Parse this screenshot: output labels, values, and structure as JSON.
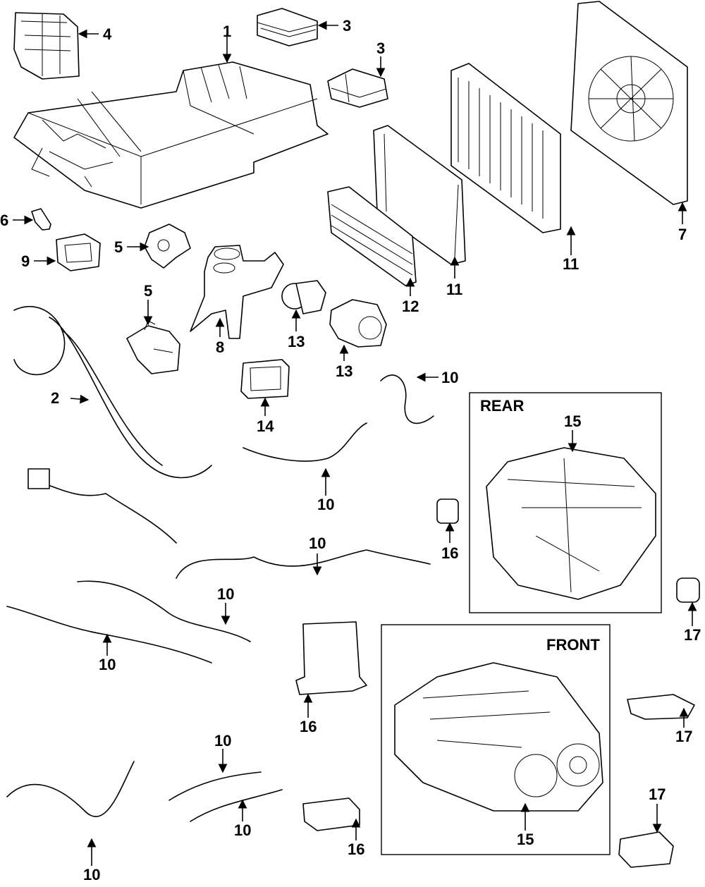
{
  "callouts": {
    "c1": "1",
    "c2": "2",
    "c3a": "3",
    "c3b": "3",
    "c4": "4",
    "c5a": "5",
    "c5b": "5",
    "c6": "6",
    "c7": "7",
    "c8": "8",
    "c9": "9",
    "c10a": "10",
    "c10b": "10",
    "c10c": "10",
    "c10d": "10",
    "c10e": "10",
    "c10f": "10",
    "c10g": "10",
    "c10h": "10",
    "c11a": "11",
    "c11b": "11",
    "c12": "12",
    "c13a": "13",
    "c13b": "13",
    "c14": "14",
    "c15a": "15",
    "c15b": "15",
    "c16a": "16",
    "c16b": "16",
    "c16c": "16",
    "c17a": "17",
    "c17b": "17",
    "c17c": "17"
  },
  "boxes": {
    "rear_title": "REAR",
    "front_title": "FRONT"
  },
  "colors": {
    "ink": "#000000",
    "paper": "#ffffff"
  }
}
